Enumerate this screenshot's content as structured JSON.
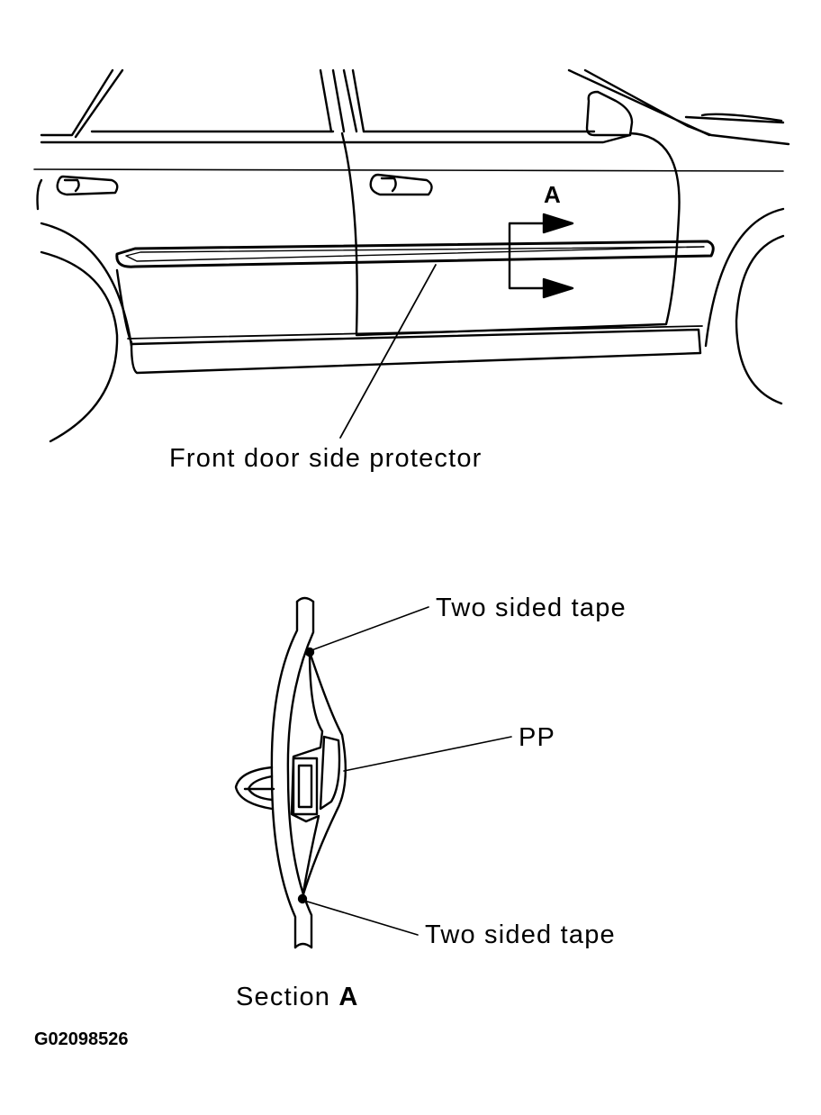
{
  "labels": {
    "section_marker": "A",
    "front_door_protector": "Front door side protector",
    "tape_top": "Two sided tape",
    "pp": "PP",
    "tape_bottom": "Two sided tape",
    "section_caption": "Section",
    "section_caption_letter": "A",
    "figure_code": "G02098526"
  },
  "colors": {
    "line": "#000000",
    "background": "#ffffff"
  }
}
